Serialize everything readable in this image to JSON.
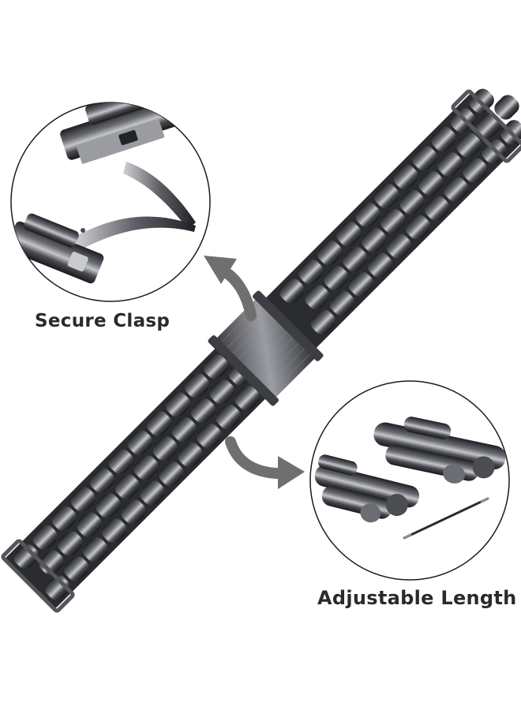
{
  "captions": {
    "clasp": "Secure Clasp",
    "length": "Adjustable Length"
  },
  "colors": {
    "metal_dark": "#2b2c30",
    "metal_mid": "#55565b",
    "metal_light": "#b9bbc0",
    "arrow": "#6f6f6f",
    "circle_stroke": "#1a1a1a"
  },
  "icons": {
    "band": "watch-band-image",
    "clasp_detail": "clasp-detail-image",
    "links_detail": "links-detail-image"
  }
}
